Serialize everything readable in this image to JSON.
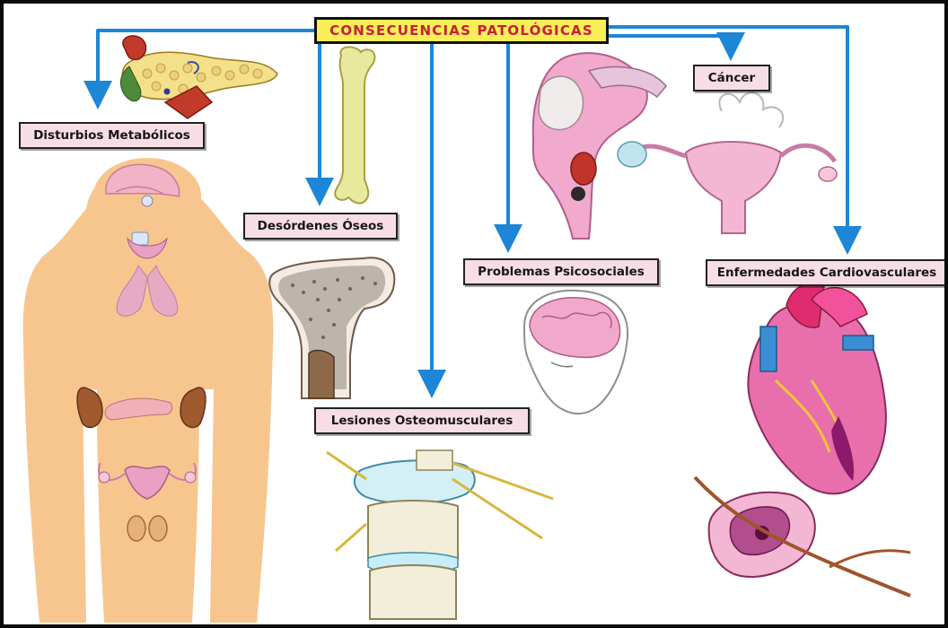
{
  "title": "CONSECUENCIAS PATOLÓGICAS",
  "categories": [
    {
      "key": "metabolic",
      "label": "Disturbios Metabólicos"
    },
    {
      "key": "bone",
      "label": "Desórdenes Óseos"
    },
    {
      "key": "musculoskeletal",
      "label": "Lesiones Osteomusculares"
    },
    {
      "key": "psychosocial",
      "label": "Problemas Psicosociales"
    },
    {
      "key": "cancer",
      "label": "Cáncer"
    },
    {
      "key": "cardiovascular",
      "label": "Enfermedades Cardiovasculares"
    }
  ],
  "colors": {
    "arrow": "#1d86d6",
    "title_fill": "#f7ee58",
    "title_text": "#c81e3a",
    "label_fill": "#f7dde6",
    "body_skin": "#f7c68f"
  },
  "illustrations": [
    "pancreas-icon",
    "human-body-icon",
    "femur-bone-icon",
    "bone-cross-section-icon",
    "digestive-tract-icon",
    "uterus-icon",
    "brain-head-icon",
    "vertebra-icon",
    "heart-icon",
    "infarct-tissue-icon"
  ]
}
